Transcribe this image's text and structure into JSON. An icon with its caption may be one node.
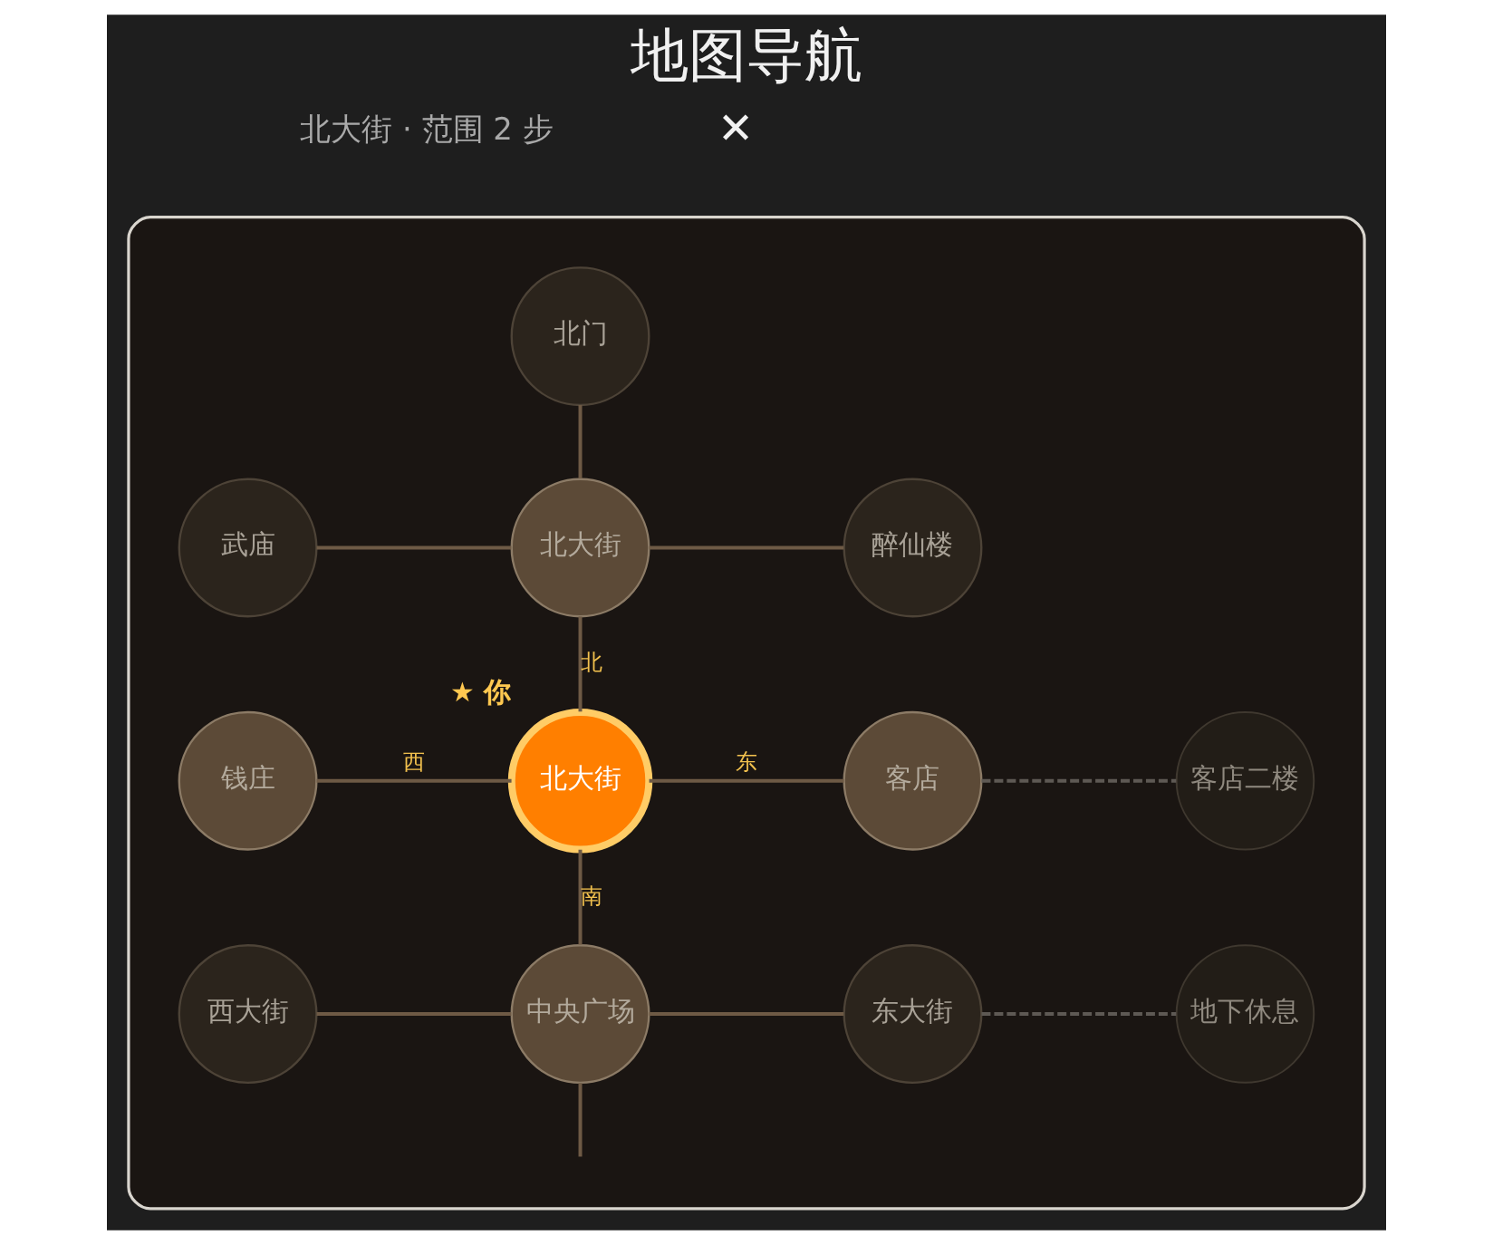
{
  "diagram": {
    "title": "地图导航",
    "nodes": [
      {
        "text": [],
        "shape": "box"
      },
      {
        "text": [
          "北门"
        ],
        "in": 0
      },
      {
        "text": [
          "武庙"
        ],
        "in": 0
      },
      {
        "text": [
          "北大街"
        ],
        "in": 0
      },
      {
        "text": [
          "醉仙楼"
        ],
        "in": 0
      },
      {
        "text": [
          "钱庄"
        ],
        "in": 0
      },
      {
        "text": [
          "北大街"
        ],
        "beside": [
          "★ 你"
        ],
        "in": 0
      },
      {
        "text": [
          "客店"
        ],
        "in": 0
      },
      {
        "text": [
          "客店二楼"
        ],
        "in": 0
      },
      {
        "text": [
          "西大街"
        ],
        "in": 0
      },
      {
        "text": [
          "中央广场"
        ],
        "in": 0
      },
      {
        "text": [
          "东大街"
        ],
        "in": 0
      },
      {
        "text": [
          "地下休息"
        ],
        "in": 0
      }
    ],
    "edges": [
      {
        "from": 1,
        "to": 3,
        "arrow": "none"
      },
      {
        "from": 2,
        "to": 3,
        "arrow": "none"
      },
      {
        "from": 3,
        "to": 4,
        "arrow": "none"
      },
      {
        "from": 3,
        "to": 6,
        "arrow": "none",
        "label": "北"
      },
      {
        "from": 5,
        "to": 6,
        "arrow": "none",
        "label": "西"
      },
      {
        "from": 6,
        "to": 7,
        "arrow": "none",
        "label": "东"
      },
      {
        "from": 7,
        "to": 8,
        "arrow": "none",
        "style": "dashed",
        "color": "#5e5954"
      },
      {
        "from": 6,
        "to": 10,
        "arrow": "none",
        "label": "南"
      },
      {
        "from": 9,
        "to": 10,
        "arrow": "none"
      },
      {
        "from": 10,
        "to": 11,
        "arrow": "none"
      },
      {
        "from": 11,
        "to": 12,
        "arrow": "none",
        "style": "dashed",
        "color": "#5e5954"
      },
      {
        "from": 10,
        "to": null,
        "arrow": "none"
      }
    ],
    "labels": [
      "北大街 · 范围 2 步",
      "✕"
    ]
  }
}
